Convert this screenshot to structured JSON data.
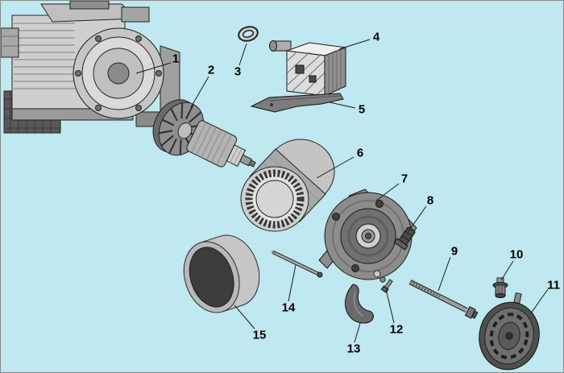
{
  "diagram": {
    "background": "#bfe8f0",
    "canvas_style": "background:#bfe8f0",
    "line_color": "#1a1a1a",
    "label_color": "#000000"
  },
  "labels": [
    "1",
    "2",
    "3",
    "4",
    "5",
    "6",
    "7",
    "8",
    "9",
    "10",
    "11",
    "12",
    "13",
    "14",
    "15"
  ]
}
